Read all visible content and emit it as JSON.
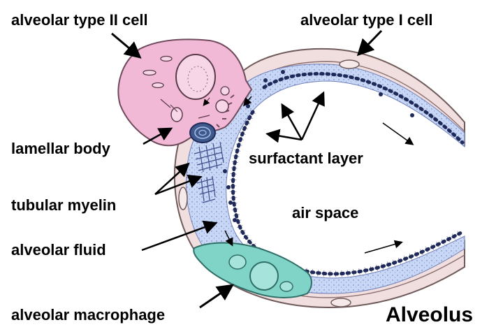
{
  "labels": {
    "alveolar_type_ii_cell": "alveolar type II cell",
    "alveolar_type_i_cell": "alveolar type I cell",
    "lamellar_body": "lamellar body",
    "surfactant_layer": "surfactant layer",
    "tubular_myelin": "tubular myelin",
    "air_space": "air space",
    "alveolar_fluid": "alveolar fluid",
    "alveolar_macrophage": "alveolar macrophage",
    "title": "Alveolus"
  },
  "colors": {
    "wall_tissue": "#f1dede",
    "wall_outline": "#6f5a5a",
    "alveolar_fluid": "#c9d7f6",
    "type_ii_cell": "#f2b9d6",
    "macrophage": "#7fd3c7",
    "surfactant_dots": "#1f2a5a",
    "arrow": "#000000",
    "text": "#000000"
  }
}
